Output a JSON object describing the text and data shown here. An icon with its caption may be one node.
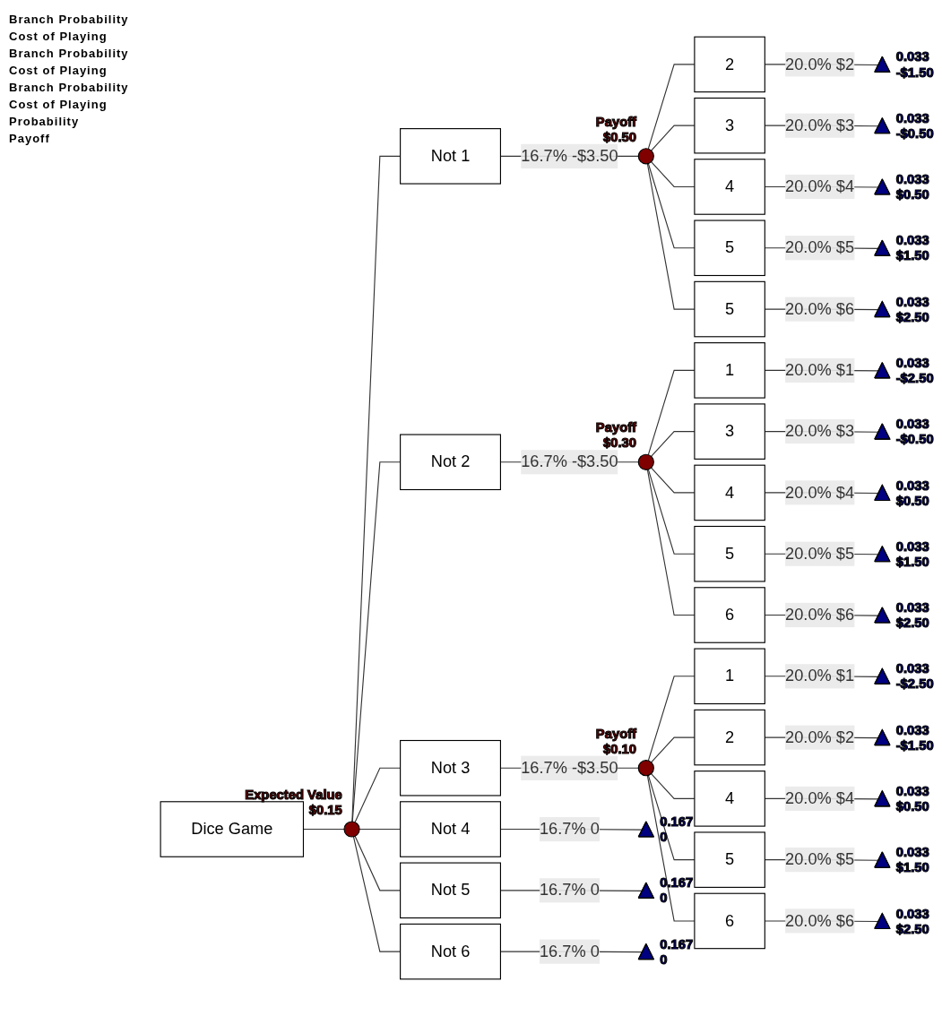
{
  "diagram": {
    "nodes": [
      {
        "text": [
          "Dice Game"
        ]
      },
      {
        "text": [],
        "shape": "circle",
        "beside": [
          "Expected Value",
          "$0.15"
        ]
      },
      {
        "text": [
          "Not 1"
        ]
      },
      {
        "text": [],
        "shape": "circle",
        "beside": [
          "Payoff",
          "$0.50"
        ]
      },
      {
        "text": [
          "2"
        ]
      },
      {
        "text": [],
        "shape": "triangle",
        "beside": [
          "0.033",
          "-$1.50"
        ]
      },
      {
        "text": [
          "3"
        ]
      },
      {
        "text": [],
        "shape": "triangle",
        "beside": [
          "0.033",
          "-$0.50"
        ]
      },
      {
        "text": [
          "4"
        ]
      },
      {
        "text": [],
        "shape": "triangle",
        "beside": [
          "0.033",
          "$0.50"
        ]
      },
      {
        "text": [
          "5"
        ]
      },
      {
        "text": [],
        "shape": "triangle",
        "beside": [
          "0.033",
          "$1.50"
        ]
      },
      {
        "text": [
          "5"
        ]
      },
      {
        "text": [],
        "shape": "triangle",
        "beside": [
          "0.033",
          "$2.50"
        ]
      },
      {
        "text": [
          "Not 2"
        ]
      },
      {
        "text": [],
        "shape": "circle",
        "beside": [
          "Payoff",
          "$0.30"
        ]
      },
      {
        "text": [
          "1"
        ]
      },
      {
        "text": [],
        "shape": "triangle",
        "beside": [
          "0.033",
          "-$2.50"
        ]
      },
      {
        "text": [
          "3"
        ]
      },
      {
        "text": [],
        "shape": "triangle",
        "beside": [
          "0.033",
          "-$0.50"
        ]
      },
      {
        "text": [
          "4"
        ]
      },
      {
        "text": [],
        "shape": "triangle",
        "beside": [
          "0.033",
          "$0.50"
        ]
      },
      {
        "text": [
          "5"
        ]
      },
      {
        "text": [],
        "shape": "triangle",
        "beside": [
          "0.033",
          "$1.50"
        ]
      },
      {
        "text": [
          "6"
        ]
      },
      {
        "text": [],
        "shape": "triangle",
        "beside": [
          "0.033",
          "$2.50"
        ]
      },
      {
        "text": [
          "Not 3"
        ]
      },
      {
        "text": [],
        "shape": "circle",
        "beside": [
          "Payoff",
          "$0.10"
        ]
      },
      {
        "text": [
          "1"
        ]
      },
      {
        "text": [],
        "shape": "triangle",
        "beside": [
          "0.033",
          "-$2.50"
        ]
      },
      {
        "text": [
          "2"
        ]
      },
      {
        "text": [],
        "shape": "triangle",
        "beside": [
          "0.033",
          "-$1.50"
        ]
      },
      {
        "text": [
          "4"
        ]
      },
      {
        "text": [],
        "shape": "triangle",
        "beside": [
          "0.033",
          "$0.50"
        ]
      },
      {
        "text": [
          "5"
        ]
      },
      {
        "text": [],
        "shape": "triangle",
        "beside": [
          "0.033",
          "$1.50"
        ]
      },
      {
        "text": [
          "6"
        ]
      },
      {
        "text": [],
        "shape": "triangle",
        "beside": [
          "0.033",
          "$2.50"
        ]
      },
      {
        "text": [
          "Not 4"
        ]
      },
      {
        "text": [],
        "shape": "triangle",
        "beside": [
          "0.167",
          "0"
        ]
      },
      {
        "text": [
          "Not 5"
        ]
      },
      {
        "text": [],
        "shape": "triangle",
        "beside": [
          "0.167",
          "0"
        ]
      },
      {
        "text": [
          "Not 6"
        ]
      },
      {
        "text": [],
        "shape": "triangle",
        "beside": [
          "0.167",
          "0"
        ]
      }
    ],
    "edges": [
      {
        "from": 0,
        "to": 1,
        "arrow": "none"
      },
      {
        "from": 1,
        "to": 2,
        "arrow": "none"
      },
      {
        "from": 2,
        "to": 3,
        "arrow": "none",
        "label": "16.7% -$3.50"
      },
      {
        "from": 3,
        "to": 4,
        "arrow": "none"
      },
      {
        "from": 4,
        "to": 5,
        "arrow": "none",
        "label": "20.0% $2"
      },
      {
        "from": 3,
        "to": 6,
        "arrow": "none"
      },
      {
        "from": 6,
        "to": 7,
        "arrow": "none",
        "label": "20.0% $3"
      },
      {
        "from": 3,
        "to": 8,
        "arrow": "none"
      },
      {
        "from": 8,
        "to": 9,
        "arrow": "none",
        "label": "20.0% $4"
      },
      {
        "from": 3,
        "to": 10,
        "arrow": "none"
      },
      {
        "from": 10,
        "to": 11,
        "arrow": "none",
        "label": "20.0% $5"
      },
      {
        "from": 3,
        "to": 12,
        "arrow": "none"
      },
      {
        "from": 12,
        "to": 13,
        "arrow": "none",
        "label": "20.0% $6"
      },
      {
        "from": 1,
        "to": 14,
        "arrow": "none"
      },
      {
        "from": 14,
        "to": 15,
        "arrow": "none",
        "label": "16.7% -$3.50"
      },
      {
        "from": 15,
        "to": 16,
        "arrow": "none"
      },
      {
        "from": 16,
        "to": 17,
        "arrow": "none",
        "label": "20.0% $1"
      },
      {
        "from": 15,
        "to": 18,
        "arrow": "none"
      },
      {
        "from": 18,
        "to": 19,
        "arrow": "none",
        "label": "20.0% $3"
      },
      {
        "from": 15,
        "to": 20,
        "arrow": "none"
      },
      {
        "from": 20,
        "to": 21,
        "arrow": "none",
        "label": "20.0% $4"
      },
      {
        "from": 15,
        "to": 22,
        "arrow": "none"
      },
      {
        "from": 22,
        "to": 23,
        "arrow": "none",
        "label": "20.0% $5"
      },
      {
        "from": 15,
        "to": 24,
        "arrow": "none"
      },
      {
        "from": 24,
        "to": 25,
        "arrow": "none",
        "label": "20.0% $6"
      },
      {
        "from": 1,
        "to": 26,
        "arrow": "none"
      },
      {
        "from": 26,
        "to": 27,
        "arrow": "none",
        "label": "16.7% -$3.50"
      },
      {
        "from": 27,
        "to": 28,
        "arrow": "none"
      },
      {
        "from": 28,
        "to": 29,
        "arrow": "none",
        "label": "20.0% $1"
      },
      {
        "from": 27,
        "to": 30,
        "arrow": "none"
      },
      {
        "from": 30,
        "to": 31,
        "arrow": "none",
        "label": "20.0% $2"
      },
      {
        "from": 27,
        "to": 32,
        "arrow": "none"
      },
      {
        "from": 32,
        "to": 33,
        "arrow": "none",
        "label": "20.0% $4"
      },
      {
        "from": 27,
        "to": 34,
        "arrow": "none"
      },
      {
        "from": 34,
        "to": 35,
        "arrow": "none",
        "label": "20.0% $5"
      },
      {
        "from": 27,
        "to": 36,
        "arrow": "none"
      },
      {
        "from": 36,
        "to": 37,
        "arrow": "none",
        "label": "20.0% $6"
      },
      {
        "from": 1,
        "to": 38,
        "arrow": "none"
      },
      {
        "from": 38,
        "to": 39,
        "arrow": "none",
        "label": "16.7% 0"
      },
      {
        "from": 1,
        "to": 40,
        "arrow": "none"
      },
      {
        "from": 40,
        "to": 41,
        "arrow": "none",
        "label": "16.7% 0"
      },
      {
        "from": 1,
        "to": 42,
        "arrow": "none"
      },
      {
        "from": 42,
        "to": 43,
        "arrow": "none",
        "label": "16.7% 0"
      }
    ],
    "labels": [
      "Branch Probability",
      "Cost of Playing",
      "Branch Probability",
      "Cost of Playing",
      "Branch Probability",
      "Cost of Playing",
      "Probability",
      "Payoff"
    ]
  }
}
